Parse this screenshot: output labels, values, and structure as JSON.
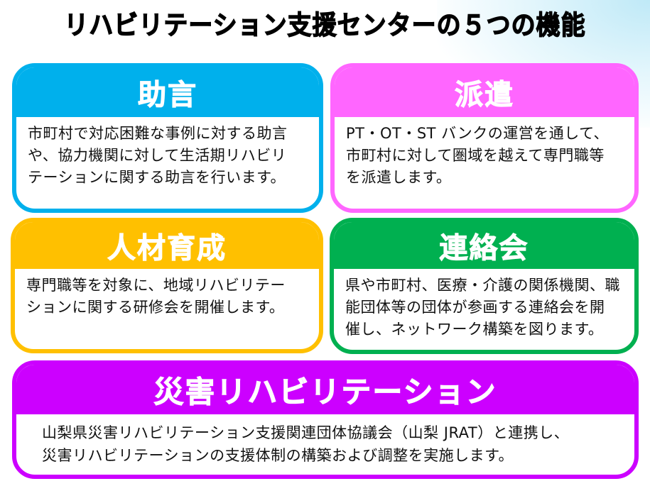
{
  "title": "リハビリテーション支援センターの５つの機能",
  "colors": {
    "advice": "#00b0ec",
    "dispatch": "#ff66ff",
    "training": "#ffc000",
    "liaison": "#00b050",
    "disaster": "#cc00ff"
  },
  "cards": {
    "advice": {
      "heading": "助言",
      "lines": [
        "市町村で対応困難な事例に対する助言",
        "や、協力機関に対して生活期リハビリ",
        "テーションに関する助言を行います。"
      ]
    },
    "dispatch": {
      "heading": "派遣",
      "lines": [
        "PT・OT・ST バンクの運営を通して、",
        "市町村に対して圏域を越えて専門職等",
        "を派遣します。"
      ]
    },
    "training": {
      "heading": "人材育成",
      "lines": [
        "専門職等を対象に、地域リハビリテー",
        "ションに関する研修会を開催します。"
      ]
    },
    "liaison": {
      "heading": "連絡会",
      "lines": [
        "県や市町村、医療・介護の関係機関、職",
        "能団体等の団体が参画する連絡会を開",
        "催し、ネットワーク構築を図ります。"
      ]
    },
    "disaster": {
      "heading": "災害リハビリテーション",
      "lines": [
        "山梨県災害リハビリテーション支援関連団体協議会（山梨 JRAT）と連携し、",
        "災害リハビリテーションの支援体制の構築および調整を実施します。"
      ]
    }
  }
}
